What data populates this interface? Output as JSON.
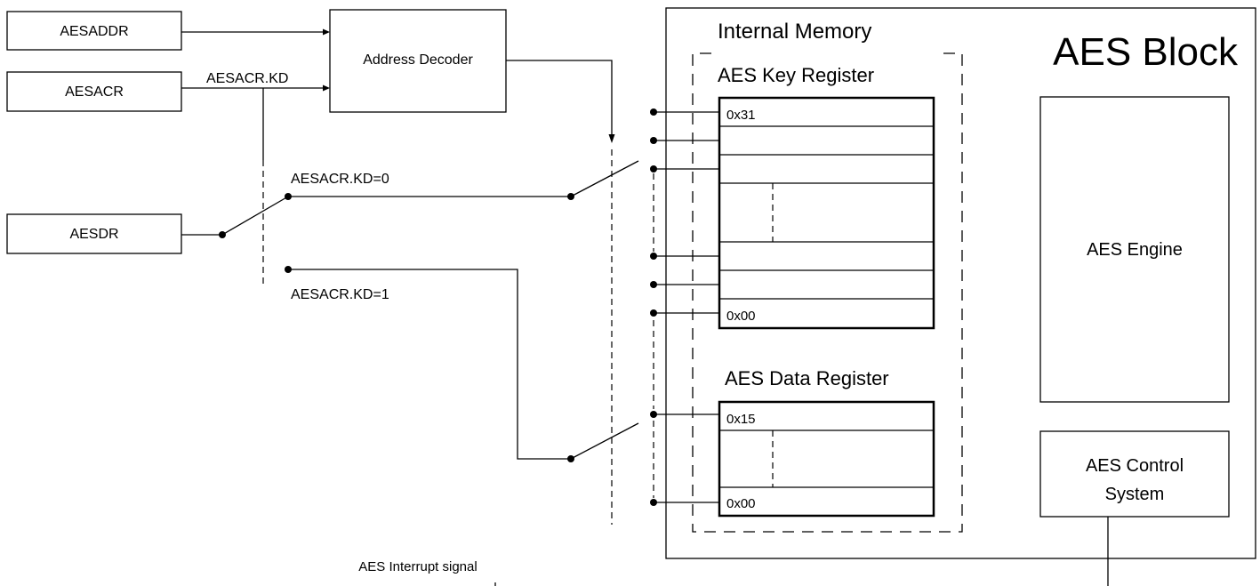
{
  "registers": {
    "aesaddr": "AESADDR",
    "aesacr": "AESACR",
    "aesdr": "AESDR"
  },
  "address_decoder": "Address Decoder",
  "signals": {
    "kd": "AESACR.KD",
    "kd0": "AESACR.KD=0",
    "kd1": "AESACR.KD=1",
    "interrupt": "AES Interrupt signal"
  },
  "aes_block": {
    "title": "AES Block",
    "internal_memory": "Internal Memory",
    "key_register": {
      "title": "AES Key Register",
      "top_address": "0x31",
      "bottom_address": "0x00"
    },
    "data_register": {
      "title": "AES Data Register",
      "top_address": "0x15",
      "bottom_address": "0x00"
    },
    "engine": "AES Engine",
    "control_system": [
      "AES Control",
      "System"
    ]
  }
}
